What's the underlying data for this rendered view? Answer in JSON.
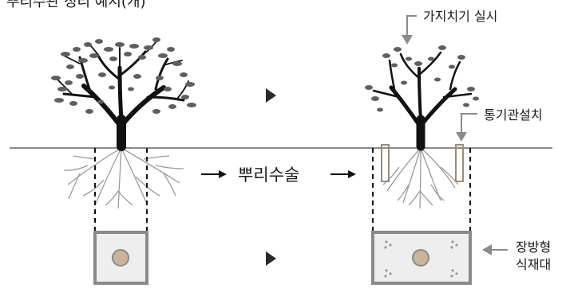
{
  "header": {
    "title": "뿌리수관 정리 예시(개)"
  },
  "labels": {
    "root_surgery": "뿌리수술",
    "pruning": "가지치기 실시",
    "aeration": "통기관설치",
    "planter_line1": "장방형",
    "planter_line2": "식재대"
  },
  "colors": {
    "ink": "#1a1a1a",
    "foliage": "#5f5f5f",
    "roots": "#9a9a9a",
    "planter_fill": "#eeeeee",
    "planter_border": "#8a8a8a",
    "trunk_disc": "#cbb49a"
  },
  "icons": [
    "arrow-right-icon",
    "play-triangle-icon",
    "arrow-down-icon",
    "arrow-left-icon"
  ]
}
